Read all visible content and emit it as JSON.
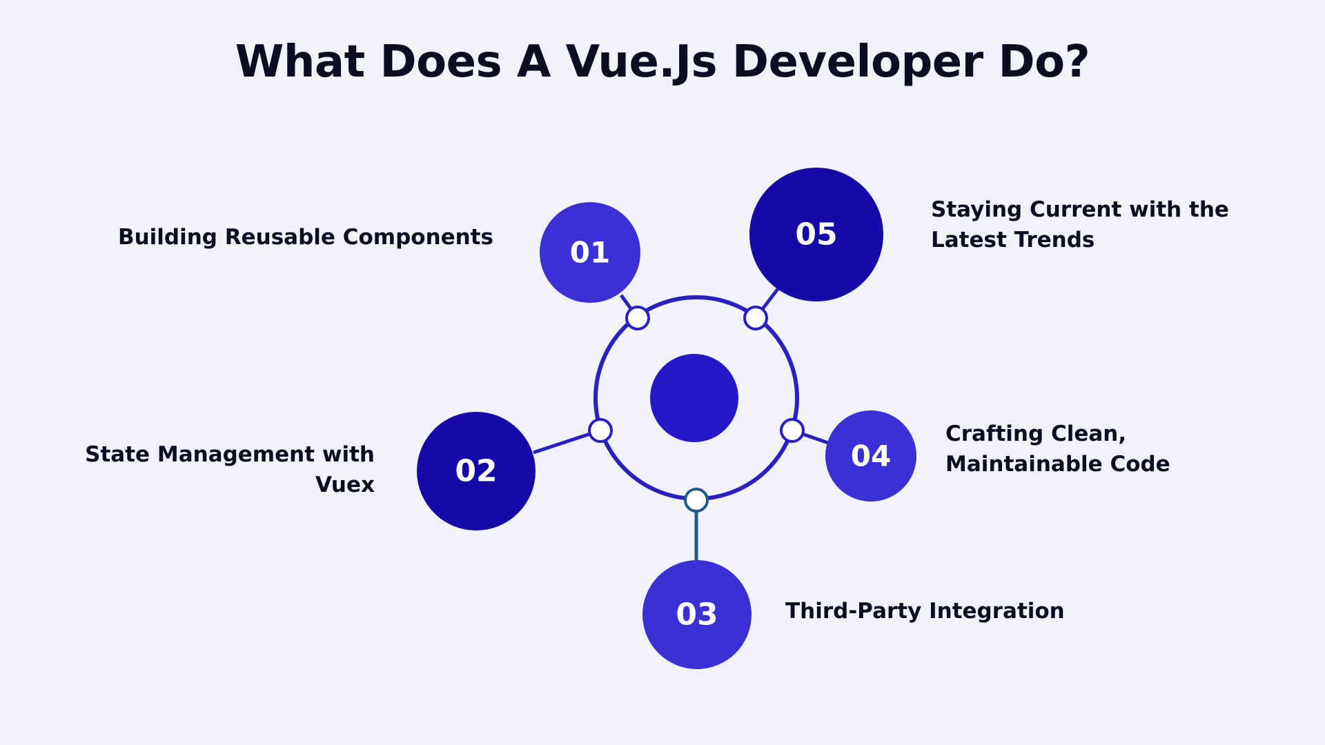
{
  "title": "What Does A Vue.Js Developer Do?",
  "colors": {
    "background": "#f1f2fc",
    "ring": "#2a1fc0",
    "center": "#2418c8",
    "node_light": "#3b30d6",
    "node_dark": "#150aa8",
    "connector_bottom": "#1f5a86",
    "text": "#0c0c22"
  },
  "nodes": [
    {
      "number": "01",
      "label_lines": [
        "Building Reusable Components"
      ]
    },
    {
      "number": "02",
      "label_lines": [
        "State Management with",
        "Vuex"
      ]
    },
    {
      "number": "03",
      "label_lines": [
        "Third-Party Integration"
      ]
    },
    {
      "number": "04",
      "label_lines": [
        "Crafting Clean,",
        "Maintainable Code"
      ]
    },
    {
      "number": "05",
      "label_lines": [
        "Staying Current with the",
        "Latest Trends"
      ]
    }
  ]
}
